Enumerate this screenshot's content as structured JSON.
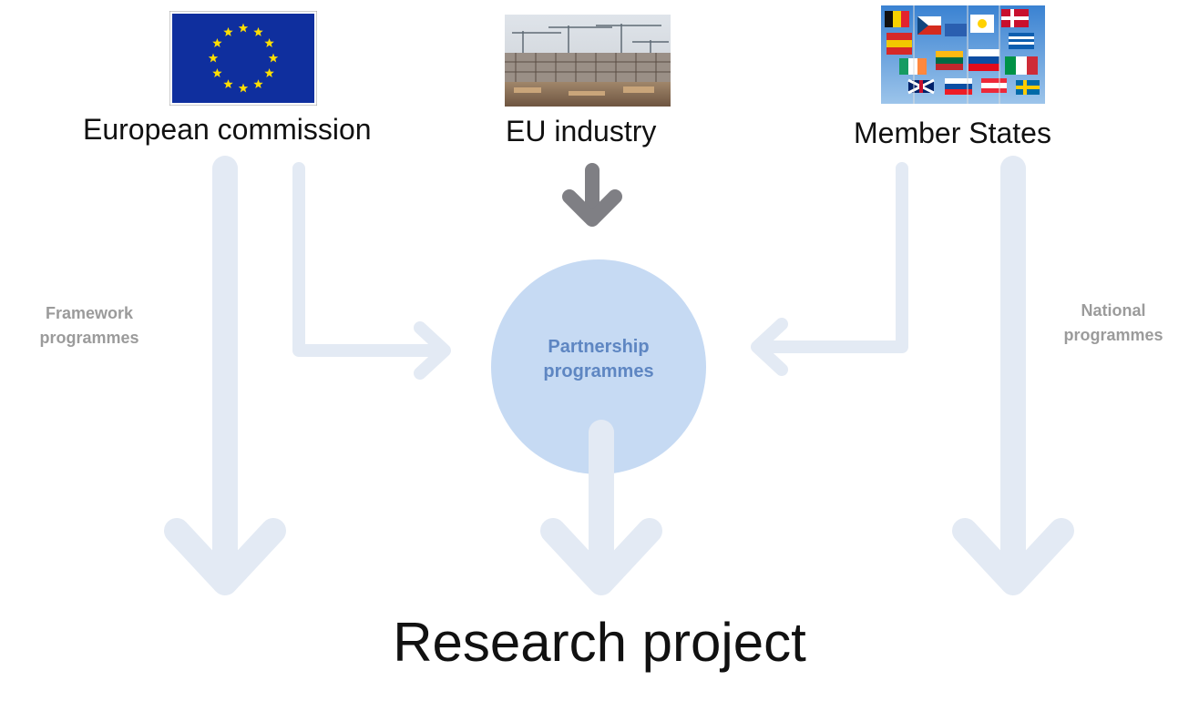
{
  "sources": {
    "european_commission": "European commission",
    "eu_industry": "EU industry",
    "member_states": "Member States"
  },
  "partnership": "Partnership programmes",
  "framework": "Framework programmes",
  "national": "National programmes",
  "research_project": "Research project",
  "colors": {
    "arrow_light": "#e3eaf4",
    "arrow_dark": "#7f7f84",
    "circle": "#c6daf3",
    "circle_text": "#5e86c2",
    "side_text": "#9b9b9b"
  }
}
